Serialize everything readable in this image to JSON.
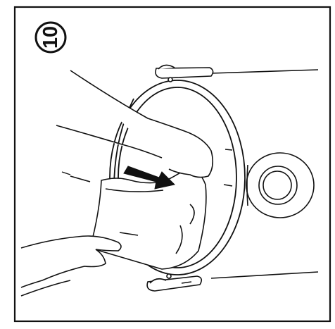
{
  "step": {
    "number": "10",
    "shape": "circle",
    "orientation": "rotated"
  },
  "illustration": {
    "colors": {
      "line": "#111111",
      "background": "#ffffff",
      "arrow": "#111111"
    },
    "parts": [
      "frame-border",
      "door-ring",
      "top-hinge",
      "bottom-hinge",
      "drum-opening",
      "filter-bag",
      "right-hand",
      "left-hand",
      "direction-arrow"
    ]
  }
}
